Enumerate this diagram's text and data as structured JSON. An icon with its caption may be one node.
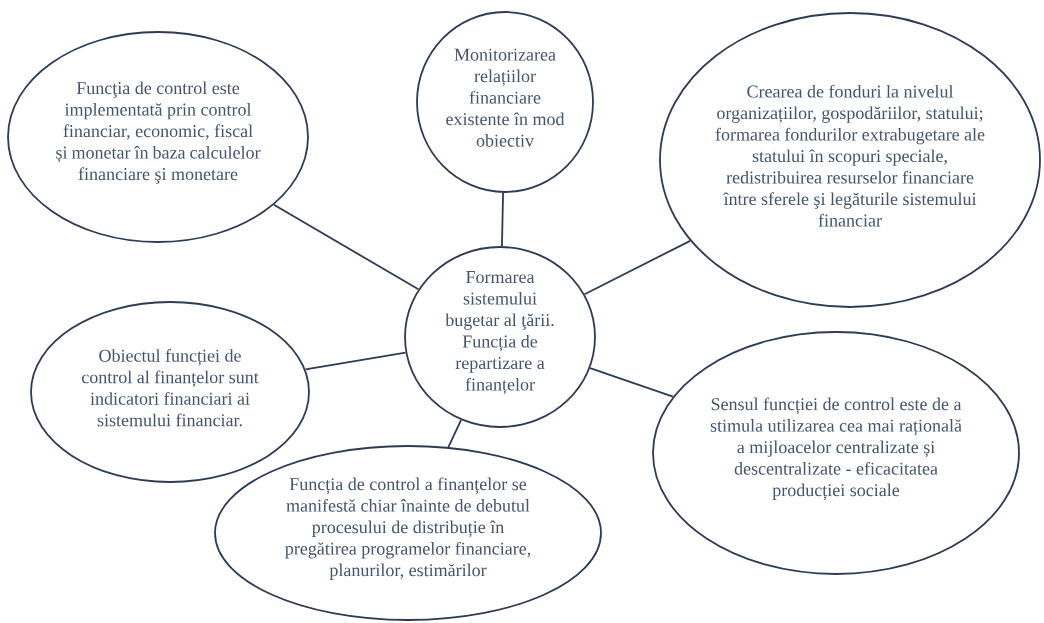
{
  "diagram": {
    "nodes": [
      {
        "text": [
          "Funcţia de control este implementată prin control financiar, economic, fiscal și monetar în baza calculelor financiare şi monetare"
        ]
      },
      {
        "text": [
          "Monitorizarea relațiilor financiare existente în mod obiectiv"
        ]
      },
      {
        "text": [
          "Crearea de fonduri la nivelul organizațiilor, gospodăriilor, statului; formarea fondurilor extrabugetare ale statului în scopuri speciale, redistribuirea resurselor financiare între sferele şi legăturile sistemului financiar"
        ]
      },
      {
        "text": [
          "Formarea sistemului bugetar al ţării. Funcția de repartizare a finanțelor"
        ]
      },
      {
        "text": [
          "Obiectul funcției de control al finanțelor sunt indicatori financiari ai sistemului financiar."
        ]
      },
      {
        "text": [
          "Sensul funcției de control este de a stimula utilizarea cea mai rațională a mijloacelor centralizate și descentralizate - eficacitatea producției sociale"
        ]
      },
      {
        "text": [
          "Funcția de control a finanțelor se manifestă chiar înainte de debutul procesului de distribuție în pregătirea programelor financiare, planurilor, estimărilor"
        ]
      }
    ],
    "edges": [
      {
        "from": 3,
        "to": 0,
        "arrow": "none"
      },
      {
        "from": 3,
        "to": 1,
        "arrow": "none"
      },
      {
        "from": 3,
        "to": 2,
        "arrow": "none"
      },
      {
        "from": 3,
        "to": 4,
        "arrow": "none"
      },
      {
        "from": 3,
        "to": 5,
        "arrow": "none"
      },
      {
        "from": 3,
        "to": 6,
        "arrow": "none"
      }
    ]
  }
}
